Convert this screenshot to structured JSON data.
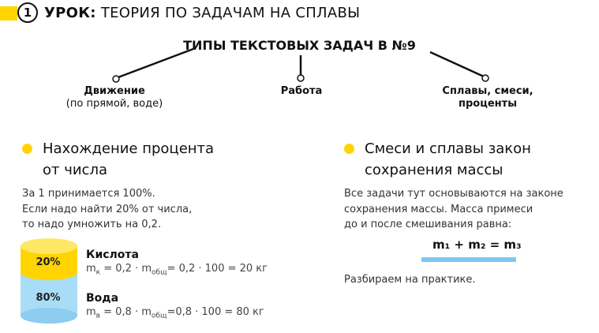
{
  "header": {
    "lesson_number": "1",
    "title_bold": "УРОК:",
    "title_rest": " ТЕОРИЯ ПО ЗАДАЧАМ НА СПЛАВЫ"
  },
  "map": {
    "title": "ТИПЫ ТЕКСТОВЫХ ЗАДАЧ В №9",
    "branches": [
      {
        "line1": "Движение",
        "line2": "(по прямой, воде)"
      },
      {
        "line1": "Работа"
      },
      {
        "line1": "Сплавы, смеси,",
        "line2": "проценты"
      }
    ]
  },
  "left_section": {
    "heading_line1": "Нахождение процента",
    "heading_line2": "от числа",
    "body": [
      "За 1 принимается 100%.",
      "Если надо найти 20% от числа,",
      "то надо умножить на 0,2."
    ]
  },
  "right_section": {
    "heading_line1": "Смеси и сплавы закон",
    "heading_line2": "сохранения массы",
    "body": [
      "Все задачи тут основываются на законе",
      "сохранения массы. Масса примеси",
      "до и после смешивания равна:"
    ],
    "formula": "m₁ + m₂ = m₃",
    "practice": "Разбираем на практике."
  },
  "cylinder": {
    "acid_percent": "20%",
    "water_percent": "80%"
  },
  "substances": {
    "acid": {
      "name": "Кислота",
      "m": "m",
      "sub": "к",
      "eq1": " = 0,2 · m",
      "sub2": "общ",
      "eq2": "= 0,2 · 100 = 20 кг"
    },
    "water": {
      "name": "Вода",
      "m": "m",
      "sub": "в",
      "eq1": " = 0,8 · m",
      "sub2": "общ",
      "eq2": "=0,8 · 100 = 80 кг"
    }
  },
  "colors": {
    "accent_yellow": "#ffd400",
    "water_blue": "#a9dcf6",
    "formula_underline": "#7ec8f0"
  }
}
